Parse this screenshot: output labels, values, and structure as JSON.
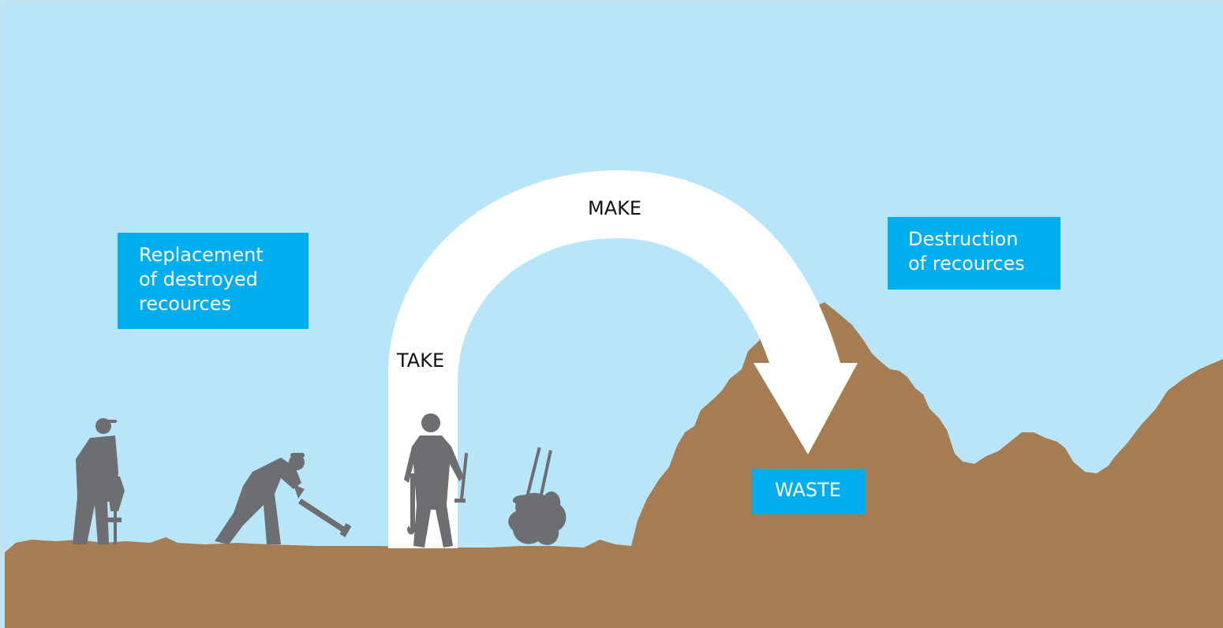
{
  "colors": {
    "frame": "#c3e3f2",
    "sky": "#b9e5f9",
    "ground": "#a67c52",
    "label_box": "#00aeef",
    "arrow": "#ffffff",
    "figure": "#6d6e71"
  },
  "labels": {
    "replacement": [
      "Replacement",
      "of destroyed",
      "recources"
    ],
    "destruction": [
      "Destruction",
      "of recources"
    ],
    "waste": "WASTE",
    "make": "MAKE",
    "take": "TAKE"
  }
}
